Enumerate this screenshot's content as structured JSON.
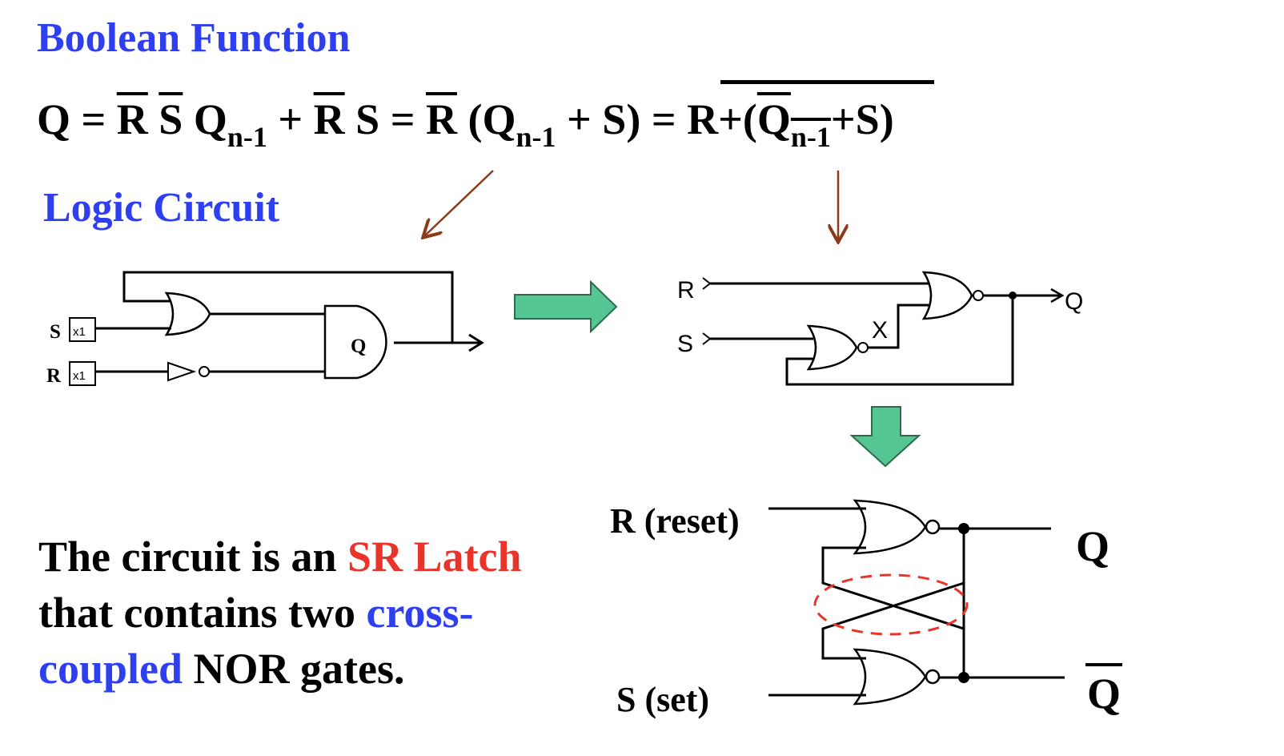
{
  "headings": {
    "boolean_function": "Boolean Function",
    "logic_circuit": "Logic Circuit"
  },
  "equation": {
    "lhs": "Q",
    "eq": "=",
    "R": "R",
    "S": "S",
    "Q": "Q",
    "n1": "n-1",
    "plus": "+",
    "lparen": "(",
    "rparen": ")",
    "rplus": "R+",
    "plus_s_close": "+S)"
  },
  "circuit1": {
    "input_s": "S",
    "input_r": "R",
    "buf_label": "x1",
    "and_gate_label": "Q"
  },
  "circuit2": {
    "input_r": "R",
    "input_s": "S",
    "output_q": "Q",
    "node_x": "X"
  },
  "circuit3": {
    "input_r": "R (reset)",
    "input_s": "S (set)",
    "output_q": "Q",
    "output_qbar": "Q"
  },
  "statement": {
    "line1_a": "The circuit is an ",
    "line1_b": "SR Latch",
    "line2_a": "that contains two ",
    "line2_b": "cross-",
    "line3_a": "coupled",
    "line3_b": " NOR gates."
  },
  "colors": {
    "heading_blue": "#2e3ff0",
    "highlight_red": "#e8342a",
    "arrow_green": "#55c593",
    "arrow_brown": "#8b3a1a"
  }
}
